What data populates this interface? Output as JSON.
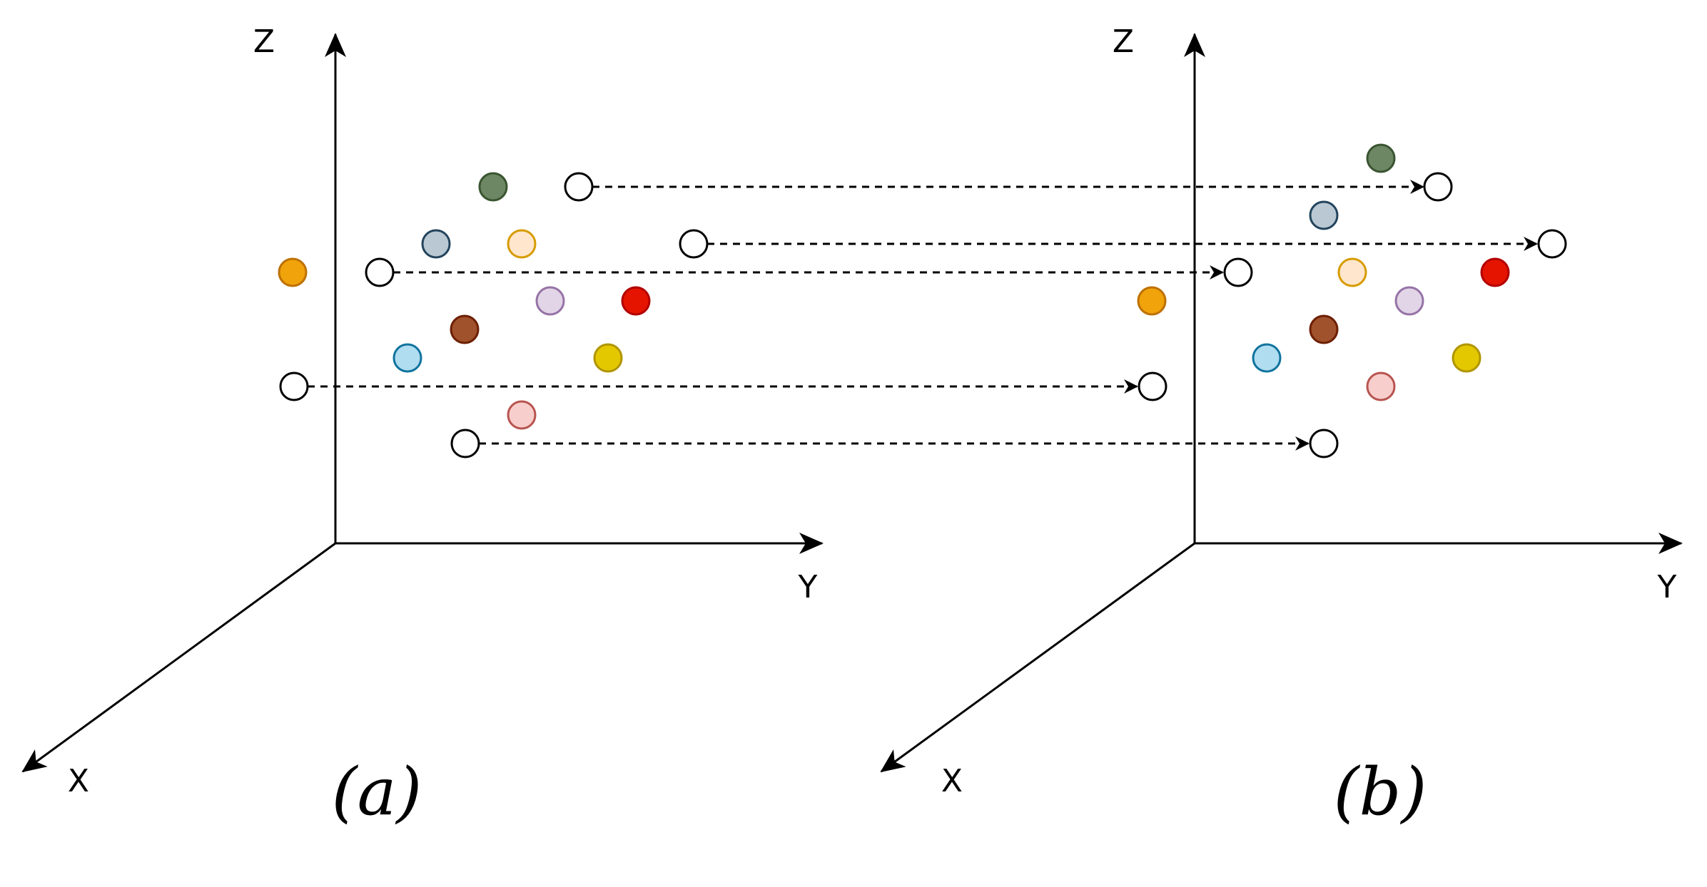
{
  "panels": [
    {
      "id": "a",
      "caption": "(a)",
      "axis_labels": {
        "x": "X",
        "y": "Y",
        "z": "Z"
      }
    },
    {
      "id": "b",
      "caption": "(b)",
      "axis_labels": {
        "x": "X",
        "y": "Y",
        "z": "Z"
      }
    }
  ],
  "colors": {
    "axis": "#000000",
    "hollow_fill": "#ffffff",
    "arrow": "#000000"
  },
  "points": [
    {
      "name": "orange",
      "fill": "#f0a30a",
      "stroke": "#bd7000",
      "panel": "a"
    },
    {
      "name": "green",
      "fill": "#6d8764",
      "stroke": "#3a5431",
      "panel": "a"
    },
    {
      "name": "grey-blue",
      "fill": "#bac8d3",
      "stroke": "#23445d",
      "panel": "a"
    },
    {
      "name": "cream",
      "fill": "#ffe6cc",
      "stroke": "#d79b00",
      "panel": "a"
    },
    {
      "name": "lavender",
      "fill": "#e1d5e7",
      "stroke": "#9673a6",
      "panel": "a"
    },
    {
      "name": "red",
      "fill": "#e51400",
      "stroke": "#b20000",
      "panel": "a"
    },
    {
      "name": "brown",
      "fill": "#a0522d",
      "stroke": "#6d1f00",
      "panel": "a"
    },
    {
      "name": "light-blue",
      "fill": "#b1ddf0",
      "stroke": "#10739e",
      "panel": "a"
    },
    {
      "name": "yellow",
      "fill": "#e3c800",
      "stroke": "#b09500",
      "panel": "a"
    },
    {
      "name": "pink",
      "fill": "#f8cecc",
      "stroke": "#b85450",
      "panel": "a"
    },
    {
      "name": "orange",
      "fill": "#f0a30a",
      "stroke": "#bd7000",
      "panel": "b"
    },
    {
      "name": "green",
      "fill": "#6d8764",
      "stroke": "#3a5431",
      "panel": "b"
    },
    {
      "name": "grey-blue",
      "fill": "#bac8d3",
      "stroke": "#23445d",
      "panel": "b"
    },
    {
      "name": "cream",
      "fill": "#ffe6cc",
      "stroke": "#d79b00",
      "panel": "b"
    },
    {
      "name": "lavender",
      "fill": "#e1d5e7",
      "stroke": "#9673a6",
      "panel": "b"
    },
    {
      "name": "red",
      "fill": "#e51400",
      "stroke": "#b20000",
      "panel": "b"
    },
    {
      "name": "brown",
      "fill": "#a0522d",
      "stroke": "#6d1f00",
      "panel": "b"
    },
    {
      "name": "light-blue",
      "fill": "#b1ddf0",
      "stroke": "#10739e",
      "panel": "b"
    },
    {
      "name": "yellow",
      "fill": "#e3c800",
      "stroke": "#b09500",
      "panel": "b"
    },
    {
      "name": "pink",
      "fill": "#f8cecc",
      "stroke": "#b85450",
      "panel": "b"
    }
  ],
  "hollow_point_count": 5
}
